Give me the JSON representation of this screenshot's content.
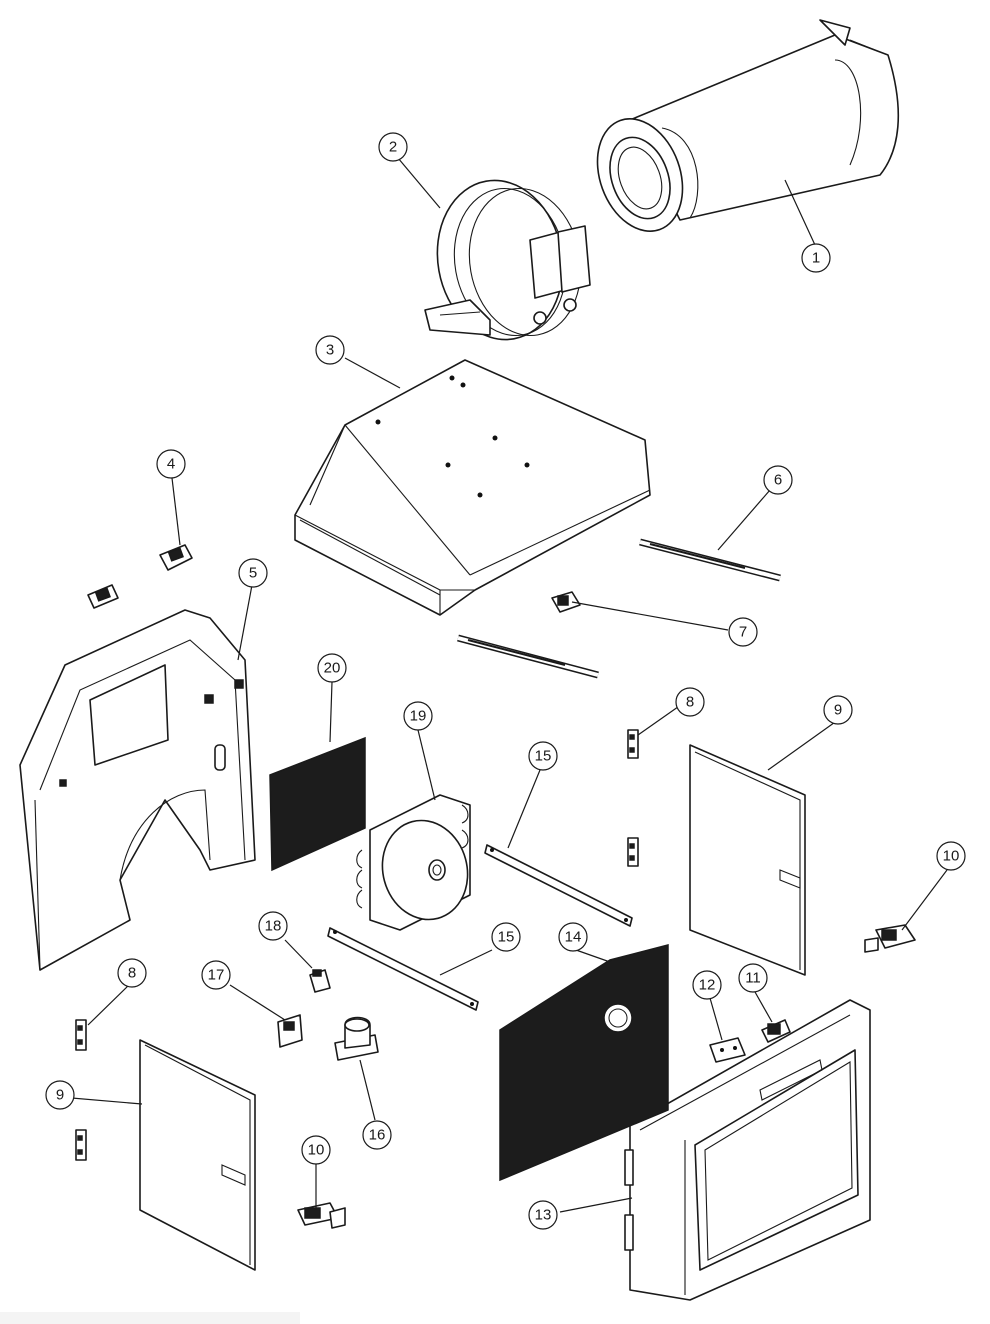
{
  "callouts": [
    {
      "id": "c1",
      "label": "1"
    },
    {
      "id": "c2",
      "label": "2"
    },
    {
      "id": "c3",
      "label": "3"
    },
    {
      "id": "c4",
      "label": "4"
    },
    {
      "id": "c5",
      "label": "5"
    },
    {
      "id": "c6",
      "label": "6"
    },
    {
      "id": "c7",
      "label": "7"
    },
    {
      "id": "c8a",
      "label": "8"
    },
    {
      "id": "c8b",
      "label": "8"
    },
    {
      "id": "c9a",
      "label": "9"
    },
    {
      "id": "c9b",
      "label": "9"
    },
    {
      "id": "c10a",
      "label": "10"
    },
    {
      "id": "c10b",
      "label": "10"
    },
    {
      "id": "c11",
      "label": "11"
    },
    {
      "id": "c12",
      "label": "12"
    },
    {
      "id": "c13",
      "label": "13"
    },
    {
      "id": "c14",
      "label": "14"
    },
    {
      "id": "c15a",
      "label": "15"
    },
    {
      "id": "c15b",
      "label": "15"
    },
    {
      "id": "c16",
      "label": "16"
    },
    {
      "id": "c17",
      "label": "17"
    },
    {
      "id": "c18",
      "label": "18"
    },
    {
      "id": "c19",
      "label": "19"
    },
    {
      "id": "c20",
      "label": "20"
    }
  ]
}
